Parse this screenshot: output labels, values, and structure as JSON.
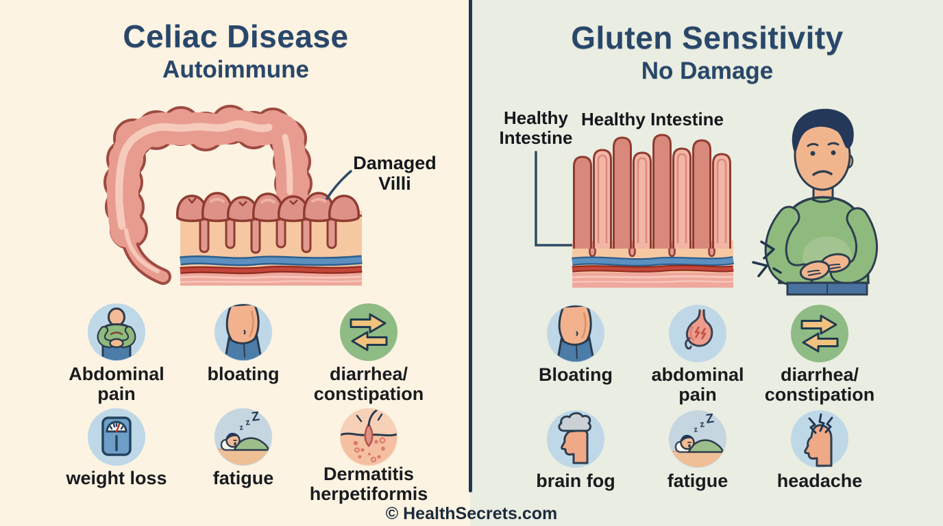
{
  "meta": {
    "credit": "© HealthSecrets.com"
  },
  "colors": {
    "left_background": "#FCF3E2",
    "right_background": "#EAEDE1",
    "title_navy": "#28476A",
    "divider_navy": "#1F3850",
    "label_dark": "#191B1E",
    "intestine_salmon": "#E89C90",
    "intestine_outline": "#9E4A41",
    "icon_circle_blue": "#BFD8E8",
    "icon_circle_green": "#8FBB84",
    "icon_circle_peach": "#F7D0B8"
  },
  "left_panel": {
    "title": "Celiac Disease",
    "subtitle": "Autoimmune",
    "villi_annotation": "Damaged Villi",
    "illustration": "large-intestine-with-damaged-villi-cross-section",
    "symptoms": [
      {
        "icon": "person-clutching-stomach-icon",
        "label": "Abdominal pain"
      },
      {
        "icon": "bloated-belly-icon",
        "label": "bloating"
      },
      {
        "icon": "opposing-arrows-icon",
        "label": "diarrhea/ constipation"
      },
      {
        "icon": "weighing-scale-icon",
        "label": "weight loss"
      },
      {
        "icon": "sleeping-person-icon",
        "label": "fatigue"
      },
      {
        "icon": "skin-rash-follicle-icon",
        "label": "Dermatitis herpetiformis"
      }
    ]
  },
  "right_panel": {
    "title": "Gluten Sensitivity",
    "subtitle": "No Damage",
    "annotation_side": "Healthy Intestine",
    "annotation_top": "Healthy Intestine",
    "illustration": "healthy-villi-cross-section-and-person-holding-stomach",
    "symptoms": [
      {
        "icon": "bloated-belly-icon",
        "label": "Bloating"
      },
      {
        "icon": "stomach-organ-pain-icon",
        "label": "abdominal pain"
      },
      {
        "icon": "opposing-arrows-icon",
        "label": "diarrhea/ constipation"
      },
      {
        "icon": "brain-fog-head-cloud-icon",
        "label": "brain fog"
      },
      {
        "icon": "sleeping-person-icon",
        "label": "fatigue"
      },
      {
        "icon": "headache-head-bolts-icon",
        "label": "headache"
      }
    ]
  },
  "icon_text": {
    "z_small": "z",
    "z_mid": "z",
    "z_large": "Z"
  }
}
